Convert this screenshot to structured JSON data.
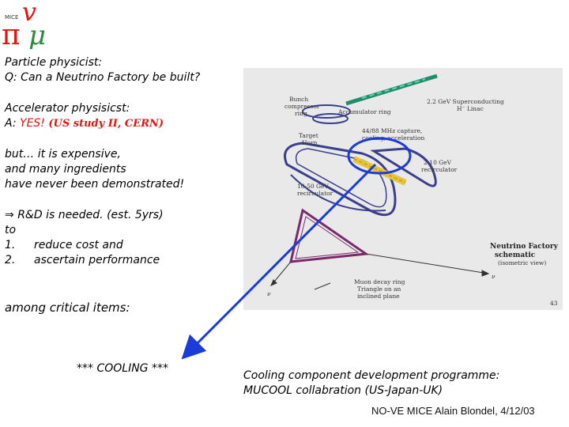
{
  "logo": {
    "top_letter": "v",
    "pi_letter": "π",
    "mu_letter": "μ",
    "caption": "MICE"
  },
  "intro": {
    "line1": "Particle physicist:",
    "line2": "Q: Can a Neutrino Factory be built?"
  },
  "answer": {
    "line1": "Accelerator physisicst:",
    "prefix": "A: ",
    "yes": "YES!",
    "ref": "(US study II, CERN)"
  },
  "caveat": {
    "line1": "but… it is expensive,",
    "line2": "and many ingredients",
    "line3": "have never been demonstrated!"
  },
  "plan": {
    "arrow_symbol": "⇒",
    "line1": "R&D is needed. (est. 5yrs)",
    "line2": "to",
    "item1_num": "1.",
    "item1_text": "reduce cost and",
    "item2_num": "2.",
    "item2_text": "ascertain performance"
  },
  "critical": "among critical items:",
  "cooling": "*** COOLING ***",
  "mucool": {
    "line1": "Cooling component development programme:",
    "line2": "MUCOOL collabration (US-Japan-UK)"
  },
  "footer": "NO-VE  MICE  Alain Blondel, 4/12/03",
  "diagram": {
    "bunch": "Bunch",
    "compressor": "compressor",
    "ring": "ring",
    "linac1": "2.2 GeV Superconducting",
    "linac2": "H⁻ Linac",
    "accumulator": "Accumulator ring",
    "target1": "Target",
    "target2": "Horn",
    "capture1": "44/88 MHz capture,",
    "capture2": "cooling, acceleration",
    "recirc_small1": "2-10 GeV",
    "recirc_small2": "recirculator",
    "recirc_big1": "10-50 GeV",
    "recirc_big2": "recirculator",
    "nf_title1": "Neutrino Factory",
    "nf_title2": "schematic",
    "nf_sub": "(isometric view)",
    "muon1": "Muon decay ring",
    "muon2": "Triangle on an",
    "muon3": "inclined plane",
    "nu_left": "ν",
    "nu_right": "ν",
    "page": "43"
  },
  "colors": {
    "highlight": "#e8120c",
    "arrow": "#1a3cd8",
    "ring_stroke": "#3a3f8c",
    "linac": "#1e8f6b",
    "capture": "#e5c53a"
  }
}
